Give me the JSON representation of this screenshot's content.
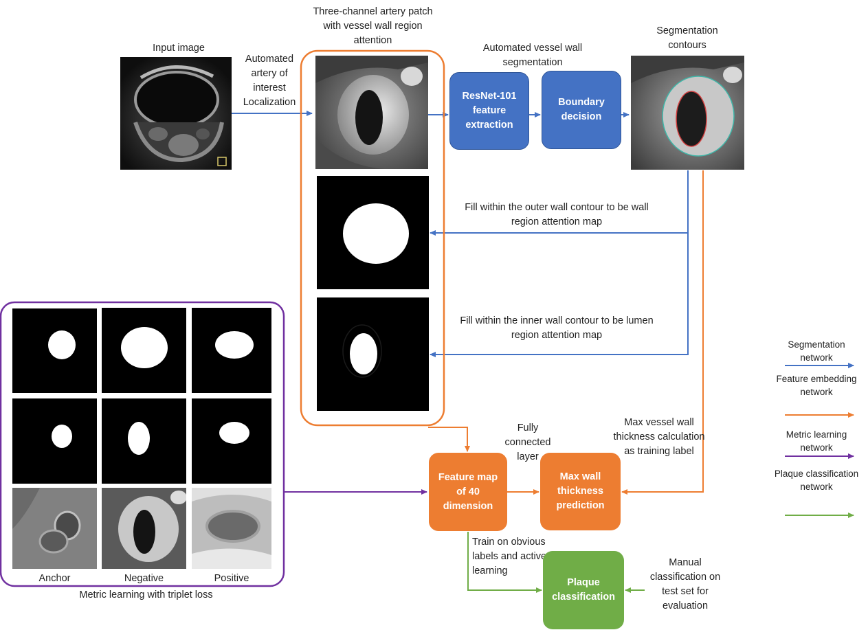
{
  "labels": {
    "input_image": "Input image",
    "localization": "Automated artery of interest Localization",
    "three_channel": "Three-channel artery patch with vessel wall region attention",
    "auto_seg": "Automated vessel wall segmentation",
    "seg_contours": "Segmentation contours",
    "fill_outer": "Fill within the outer wall contour to be wall region attention map",
    "fill_inner": "Fill within the inner wall contour to be lumen region attention map",
    "fully_connected": "Fully connected layer",
    "max_calc": "Max vessel wall thickness calculation as training label",
    "train_on": "Train on obvious labels and active learning",
    "manual_class": "Manual classification on test set for evaluation",
    "anchor": "Anchor",
    "negative": "Negative",
    "positive": "Positive",
    "metric_caption": "Metric learning with triplet loss"
  },
  "boxes": {
    "resnet": "ResNet-101 feature extraction",
    "boundary": "Boundary decision",
    "feature_map": "Feature map of 40 dimension",
    "max_wall": "Max wall thickness prediction",
    "plaque": "Plaque classification"
  },
  "legend": [
    {
      "label": "Segmentation network",
      "color": "#4472c4"
    },
    {
      "label": "Feature embedding network",
      "color": "#ed7d31"
    },
    {
      "label": "Metric learning network",
      "color": "#7030a0"
    },
    {
      "label": "Plaque classification network",
      "color": "#70ad47"
    }
  ],
  "colors": {
    "segmentation": "#4472c4",
    "feature_embedding": "#ed7d31",
    "metric_learning": "#7030a0",
    "plaque_classification": "#70ad47"
  }
}
